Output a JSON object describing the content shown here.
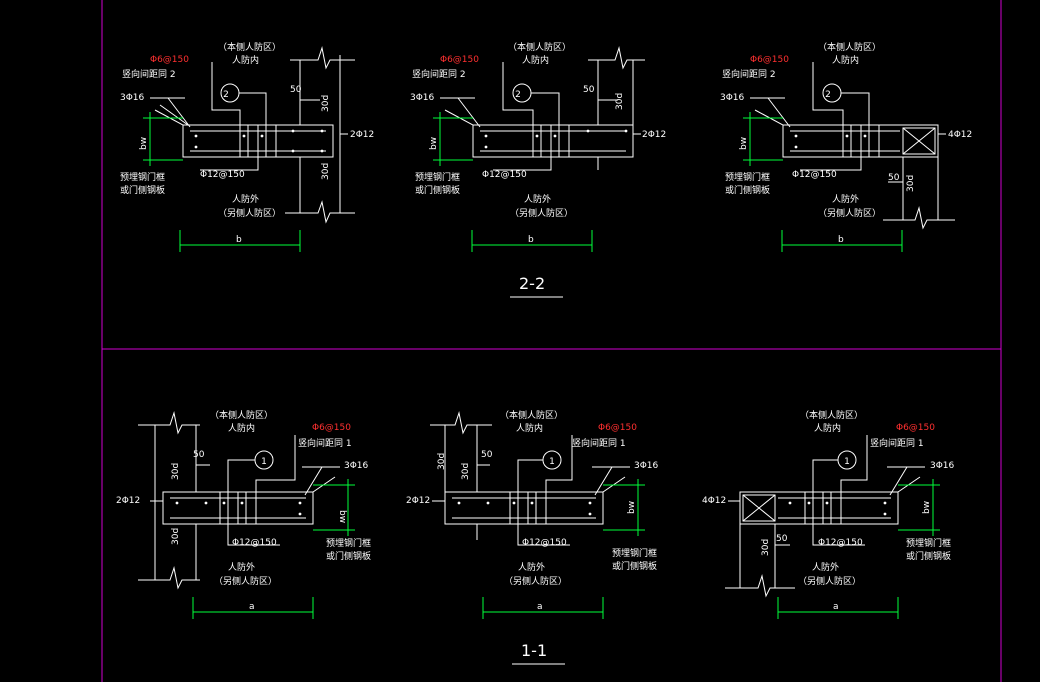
{
  "labels": {
    "stirrup_red": "Φ6@150",
    "vertical_spacing_2": "竖向间距同 2",
    "vertical_spacing_1": "竖向间距同 1",
    "rebar_3phi16": "3Φ16",
    "rebar_2phi12": "2Φ12",
    "rebar_4phi12": "4Φ12",
    "rebar_phi12_150": "Φ12@150",
    "side_inner_top": "（本侧人防区）",
    "side_inner": "人防内",
    "side_outer": "人防外",
    "side_outer_bottom": "（另侧人防区）",
    "embed_1": "预埋钢门框",
    "embed_2": "或门侧钢板",
    "dim_30d": "30d",
    "dim_50": "50",
    "dim_bw": "bw",
    "dim_b": "b",
    "dim_a": "a",
    "callout_1": "1",
    "callout_2": "2",
    "section_2": "2-2",
    "section_1": "1-1"
  },
  "colors": {
    "background": "#000000",
    "line": "#ffffff",
    "dimension": "#00ff3a",
    "frame": "#d000d0",
    "highlight": "#ff3030"
  }
}
